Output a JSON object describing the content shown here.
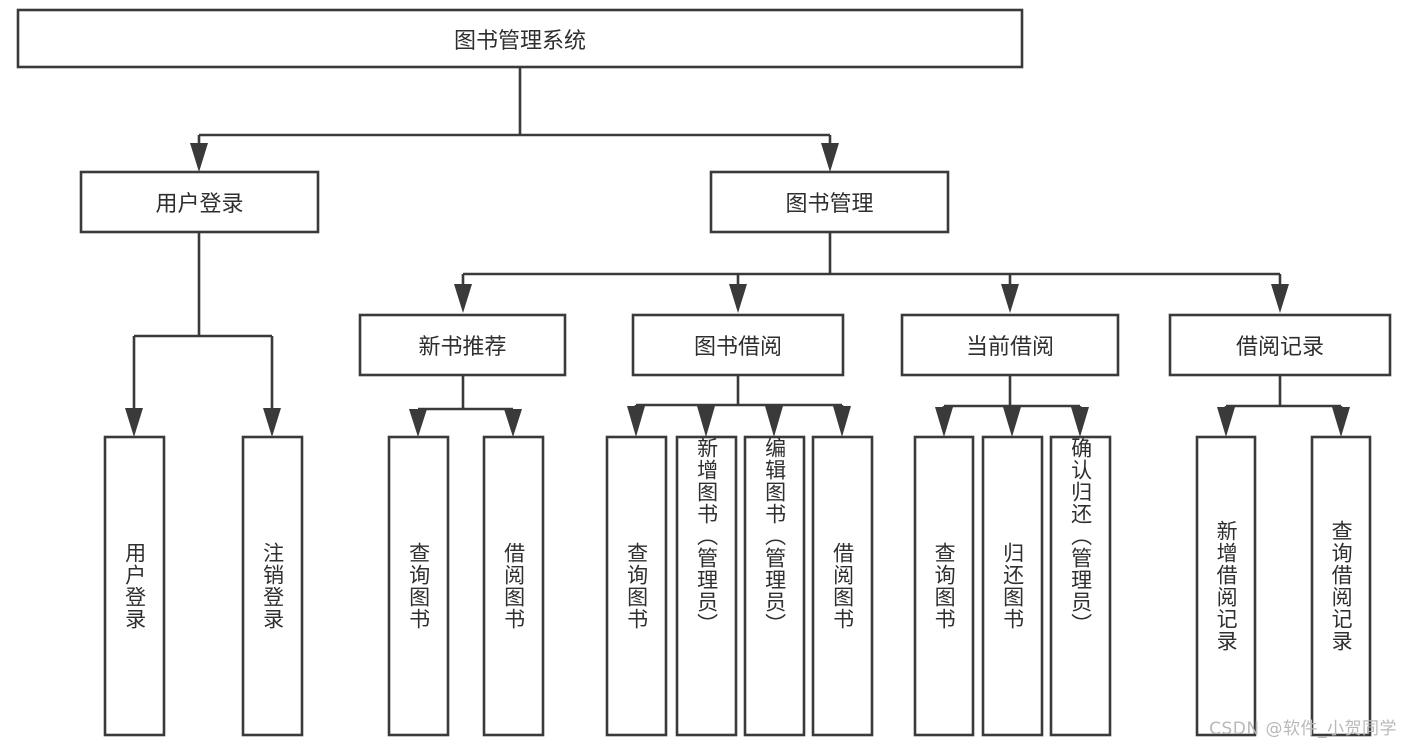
{
  "diagram": {
    "title": "图书管理系统",
    "type": "hierarchy-tree",
    "watermark": "CSDN @软件_小贺同学",
    "colors": {
      "stroke": "#3a3a3a",
      "box_fill": "#ffffff",
      "text": "#2f2f2f",
      "background": "#ffffff",
      "watermark": "#b9b9b9"
    },
    "root": {
      "label": "图书管理系统"
    },
    "level1": [
      {
        "label": "用户登录"
      },
      {
        "label": "图书管理"
      }
    ],
    "level2": [
      {
        "label": "新书推荐"
      },
      {
        "label": "图书借阅"
      },
      {
        "label": "当前借阅"
      },
      {
        "label": "借阅记录"
      }
    ],
    "leaves": {
      "user_login": [
        {
          "label": "用户登录"
        },
        {
          "label": "注销登录"
        }
      ],
      "new_book_recommend": [
        {
          "label": "查询图书"
        },
        {
          "label": "借阅图书"
        }
      ],
      "book_borrow": [
        {
          "label": "查询图书"
        },
        {
          "label": "新增图书（管理员）"
        },
        {
          "label": "编辑图书（管理员）"
        },
        {
          "label": "借阅图书"
        }
      ],
      "current_borrow": [
        {
          "label": "查询图书"
        },
        {
          "label": "归还图书"
        },
        {
          "label": "确认归还（管理员）"
        }
      ],
      "borrow_record": [
        {
          "label": "新增借阅记录"
        },
        {
          "label": "查询借阅记录"
        }
      ]
    }
  }
}
